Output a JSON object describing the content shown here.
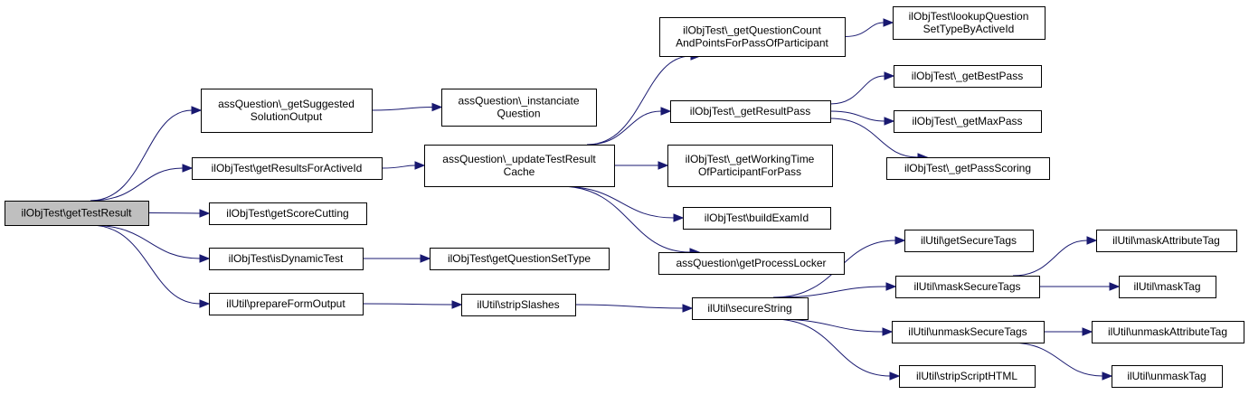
{
  "graph": {
    "nodes": [
      {
        "id": "root",
        "lines": [
          "ilObjTest\\getTestResult"
        ],
        "root": true
      },
      {
        "id": "n1",
        "lines": [
          "assQuestion\\_getSuggested",
          "SolutionOutput"
        ]
      },
      {
        "id": "n2",
        "lines": [
          "assQuestion\\_instanciate",
          "Question"
        ]
      },
      {
        "id": "n3",
        "lines": [
          "ilObjTest\\getResultsForActiveId"
        ]
      },
      {
        "id": "n4",
        "lines": [
          "assQuestion\\_updateTestResult",
          "Cache"
        ]
      },
      {
        "id": "n5",
        "lines": [
          "ilObjTest\\_getQuestionCount",
          "AndPointsForPassOfParticipant"
        ]
      },
      {
        "id": "n6",
        "lines": [
          "ilObjTest\\lookupQuestion",
          "SetTypeByActiveId"
        ]
      },
      {
        "id": "n7",
        "lines": [
          "ilObjTest\\_getResultPass"
        ]
      },
      {
        "id": "n8",
        "lines": [
          "ilObjTest\\_getBestPass"
        ]
      },
      {
        "id": "n9",
        "lines": [
          "ilObjTest\\_getMaxPass"
        ]
      },
      {
        "id": "n10",
        "lines": [
          "ilObjTest\\_getPassScoring"
        ]
      },
      {
        "id": "n11",
        "lines": [
          "ilObjTest\\_getWorkingTime",
          "OfParticipantForPass"
        ]
      },
      {
        "id": "n12",
        "lines": [
          "ilObjTest\\buildExamId"
        ]
      },
      {
        "id": "n13",
        "lines": [
          "assQuestion\\getProcessLocker"
        ]
      },
      {
        "id": "n14",
        "lines": [
          "ilObjTest\\getScoreCutting"
        ]
      },
      {
        "id": "n15",
        "lines": [
          "ilObjTest\\isDynamicTest"
        ]
      },
      {
        "id": "n16",
        "lines": [
          "ilObjTest\\getQuestionSetType"
        ]
      },
      {
        "id": "n17",
        "lines": [
          "ilUtil\\prepareFormOutput"
        ]
      },
      {
        "id": "n18",
        "lines": [
          "ilUtil\\stripSlashes"
        ]
      },
      {
        "id": "n19",
        "lines": [
          "ilUtil\\secureString"
        ]
      },
      {
        "id": "n20",
        "lines": [
          "ilUtil\\getSecureTags"
        ]
      },
      {
        "id": "n21",
        "lines": [
          "ilUtil\\maskSecureTags"
        ]
      },
      {
        "id": "n22",
        "lines": [
          "ilUtil\\maskAttributeTag"
        ]
      },
      {
        "id": "n23",
        "lines": [
          "ilUtil\\maskTag"
        ]
      },
      {
        "id": "n24",
        "lines": [
          "ilUtil\\unmaskSecureTags"
        ]
      },
      {
        "id": "n25",
        "lines": [
          "ilUtil\\unmaskAttributeTag"
        ]
      },
      {
        "id": "n26",
        "lines": [
          "ilUtil\\stripScriptHTML"
        ]
      },
      {
        "id": "n27",
        "lines": [
          "ilUtil\\unmaskTag"
        ]
      }
    ],
    "edges": [
      {
        "from": "root",
        "to": "n1"
      },
      {
        "from": "root",
        "to": "n3"
      },
      {
        "from": "root",
        "to": "n14"
      },
      {
        "from": "root",
        "to": "n15"
      },
      {
        "from": "root",
        "to": "n17"
      },
      {
        "from": "n1",
        "to": "n2"
      },
      {
        "from": "n3",
        "to": "n4"
      },
      {
        "from": "n4",
        "to": "n5"
      },
      {
        "from": "n4",
        "to": "n7"
      },
      {
        "from": "n4",
        "to": "n11"
      },
      {
        "from": "n4",
        "to": "n12"
      },
      {
        "from": "n4",
        "to": "n13"
      },
      {
        "from": "n5",
        "to": "n6"
      },
      {
        "from": "n7",
        "to": "n8"
      },
      {
        "from": "n7",
        "to": "n9"
      },
      {
        "from": "n7",
        "to": "n10"
      },
      {
        "from": "n15",
        "to": "n16"
      },
      {
        "from": "n17",
        "to": "n18"
      },
      {
        "from": "n18",
        "to": "n19"
      },
      {
        "from": "n19",
        "to": "n20"
      },
      {
        "from": "n19",
        "to": "n21"
      },
      {
        "from": "n19",
        "to": "n24"
      },
      {
        "from": "n19",
        "to": "n26"
      },
      {
        "from": "n21",
        "to": "n22"
      },
      {
        "from": "n21",
        "to": "n23"
      },
      {
        "from": "n24",
        "to": "n25"
      },
      {
        "from": "n24",
        "to": "n27"
      }
    ]
  }
}
